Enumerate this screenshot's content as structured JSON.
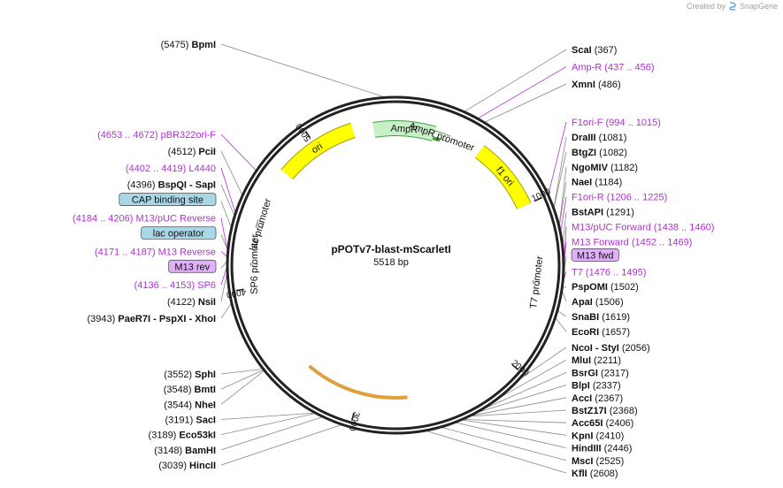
{
  "plasmid": {
    "name": "pPOTv7-blast-mScarletI",
    "length_label": "5518 bp",
    "length": 5518
  },
  "credit": {
    "text": "Created by",
    "brand": "SnapGene"
  },
  "ticks": [
    {
      "bp": 1000,
      "label": "1000"
    },
    {
      "bp": 2000,
      "label": "2000"
    },
    {
      "bp": 3000,
      "label": "3000"
    },
    {
      "bp": 4000,
      "label": "4000"
    },
    {
      "bp": 5000,
      "label": "5000"
    }
  ],
  "features": [
    {
      "name": "AmpR",
      "start": 5380,
      "end": 250,
      "strand": -1,
      "color": "#c8f0c8",
      "stroke": "#40a040"
    },
    {
      "name": "AmpR promoter",
      "start": 250,
      "end": 355,
      "strand": -1,
      "color": "#ffffff",
      "stroke": "#40a040"
    },
    {
      "name": "f1 ori",
      "start": 560,
      "end": 1000,
      "strand": 1,
      "color": "#ffff00",
      "stroke": "#a0a000"
    },
    {
      "name": "ori",
      "start": 4750,
      "end": 5250,
      "strand": -1,
      "color": "#ffff00",
      "stroke": "#a0a000"
    },
    {
      "name": "lac promoter",
      "start": 4370,
      "end": 4420,
      "strand": -1,
      "color": "#ffffff",
      "stroke": "#666666"
    },
    {
      "name": "SP6 promoter",
      "start": 4136,
      "end": 4153,
      "strand": -1,
      "color": "#ffffff",
      "stroke": "#666666"
    },
    {
      "name": "T7 promoter",
      "start": 1476,
      "end": 1495,
      "strand": 1,
      "color": "#ffffff",
      "stroke": "#666666"
    }
  ],
  "tracks": [
    {
      "name": "inner-track-top",
      "start": 5410,
      "end": 300,
      "color": "#50a030"
    },
    {
      "name": "inner-track-bottom",
      "start": 2680,
      "end": 3380,
      "color": "#e0a040"
    }
  ],
  "right_labels": [
    {
      "type": "site",
      "name": "ScaI",
      "pos": "(367)",
      "bp": 367
    },
    {
      "type": "primer",
      "name": "Amp-R",
      "pos": "(437 .. 456)",
      "bp": 446
    },
    {
      "type": "site",
      "name": "XmnI",
      "pos": "(486)",
      "bp": 486
    },
    {
      "type": "primer",
      "name": "F1ori-F",
      "pos": "(994 .. 1015)",
      "bp": 1004
    },
    {
      "type": "site",
      "name": "DraIII",
      "pos": "(1081)",
      "bp": 1081
    },
    {
      "type": "site",
      "name": "BtgZI",
      "pos": "(1082)",
      "bp": 1082
    },
    {
      "type": "site",
      "name": "NgoMIV",
      "pos": "(1182)",
      "bp": 1182
    },
    {
      "type": "site",
      "name": "NaeI",
      "pos": "(1184)",
      "bp": 1184
    },
    {
      "type": "primer",
      "name": "F1ori-R",
      "pos": "(1206 .. 1225)",
      "bp": 1215
    },
    {
      "type": "site",
      "name": "BstAPI",
      "pos": "(1291)",
      "bp": 1291
    },
    {
      "type": "primer",
      "name": "M13/pUC Forward",
      "pos": "(1438 .. 1460)",
      "bp": 1449
    },
    {
      "type": "primer",
      "name": "M13 Forward",
      "pos": "(1452 .. 1469)",
      "bp": 1460
    },
    {
      "type": "boxed",
      "name": "M13 fwd",
      "pos": "",
      "bp": 1470,
      "fill": "#e0b0f8"
    },
    {
      "type": "primer",
      "name": "T7",
      "pos": "(1476 .. 1495)",
      "bp": 1485
    },
    {
      "type": "site",
      "name": "PspOMI",
      "pos": "(1502)",
      "bp": 1502
    },
    {
      "type": "site",
      "name": "ApaI",
      "pos": "(1506)",
      "bp": 1506
    },
    {
      "type": "site",
      "name": "SnaBI",
      "pos": "(1619)",
      "bp": 1619
    },
    {
      "type": "site",
      "name": "EcoRI",
      "pos": "(1657)",
      "bp": 1657
    },
    {
      "type": "site",
      "name": "NcoI - StyI",
      "pos": "(2056)",
      "bp": 2056
    },
    {
      "type": "site",
      "name": "MluI",
      "pos": "(2211)",
      "bp": 2211
    },
    {
      "type": "site",
      "name": "BsrGI",
      "pos": "(2317)",
      "bp": 2317
    },
    {
      "type": "site",
      "name": "BlpI",
      "pos": "(2337)",
      "bp": 2337
    },
    {
      "type": "site",
      "name": "AccI",
      "pos": "(2367)",
      "bp": 2367
    },
    {
      "type": "site",
      "name": "BstZ17I",
      "pos": "(2368)",
      "bp": 2368
    },
    {
      "type": "site",
      "name": "Acc65I",
      "pos": "(2406)",
      "bp": 2406
    },
    {
      "type": "site",
      "name": "KpnI",
      "pos": "(2410)",
      "bp": 2410
    },
    {
      "type": "site",
      "name": "HindIII",
      "pos": "(2446)",
      "bp": 2446
    },
    {
      "type": "site",
      "name": "MscI",
      "pos": "(2525)",
      "bp": 2525
    },
    {
      "type": "site",
      "name": "KflI",
      "pos": "(2608)",
      "bp": 2608
    }
  ],
  "left_labels": [
    {
      "type": "site",
      "name": "BpmI",
      "pos": "(5475)",
      "bp": 5475
    },
    {
      "type": "primer",
      "name": "pBR322ori-F",
      "pos": "(4653 .. 4672)",
      "bp": 4662
    },
    {
      "type": "site",
      "name": "PciI",
      "pos": "(4512)",
      "bp": 4512
    },
    {
      "type": "primer",
      "name": "L4440",
      "pos": "(4402 .. 4419)",
      "bp": 4410
    },
    {
      "type": "site",
      "name": "BspQI - SapI",
      "pos": "(4396)",
      "bp": 4396
    },
    {
      "type": "boxed",
      "name": "CAP binding site",
      "pos": "",
      "bp": 4330,
      "fill": "#a8d8e8"
    },
    {
      "type": "primer",
      "name": "M13/pUC Reverse",
      "pos": "(4184 .. 4206)",
      "bp": 4195
    },
    {
      "type": "boxed",
      "name": "lac operator",
      "pos": "",
      "bp": 4210,
      "fill": "#a8d8e8"
    },
    {
      "type": "primer",
      "name": "M13 Reverse",
      "pos": "(4171 .. 4187)",
      "bp": 4179
    },
    {
      "type": "boxed",
      "name": "M13 rev",
      "pos": "",
      "bp": 4165,
      "fill": "#e0b0f8"
    },
    {
      "type": "primer",
      "name": "SP6",
      "pos": "(4136 .. 4153)",
      "bp": 4144
    },
    {
      "type": "site",
      "name": "NsiI",
      "pos": "(4122)",
      "bp": 4122
    },
    {
      "type": "site",
      "name": "PaeR7I - PspXI - XhoI",
      "pos": "(3943)",
      "bp": 3943
    },
    {
      "type": "site",
      "name": "SphI",
      "pos": "(3552)",
      "bp": 3552
    },
    {
      "type": "site",
      "name": "BmtI",
      "pos": "(3548)",
      "bp": 3548
    },
    {
      "type": "site",
      "name": "NheI",
      "pos": "(3544)",
      "bp": 3544
    },
    {
      "type": "site",
      "name": "SacI",
      "pos": "(3191)",
      "bp": 3191
    },
    {
      "type": "site",
      "name": "Eco53kI",
      "pos": "(3189)",
      "bp": 3189
    },
    {
      "type": "site",
      "name": "BamHI",
      "pos": "(3148)",
      "bp": 3148
    },
    {
      "type": "site",
      "name": "HincII",
      "pos": "(3039)",
      "bp": 3039
    }
  ],
  "colors": {
    "backbone": "#222222",
    "primer": "#b030d0",
    "site": "#111111",
    "leader": "#888888"
  }
}
